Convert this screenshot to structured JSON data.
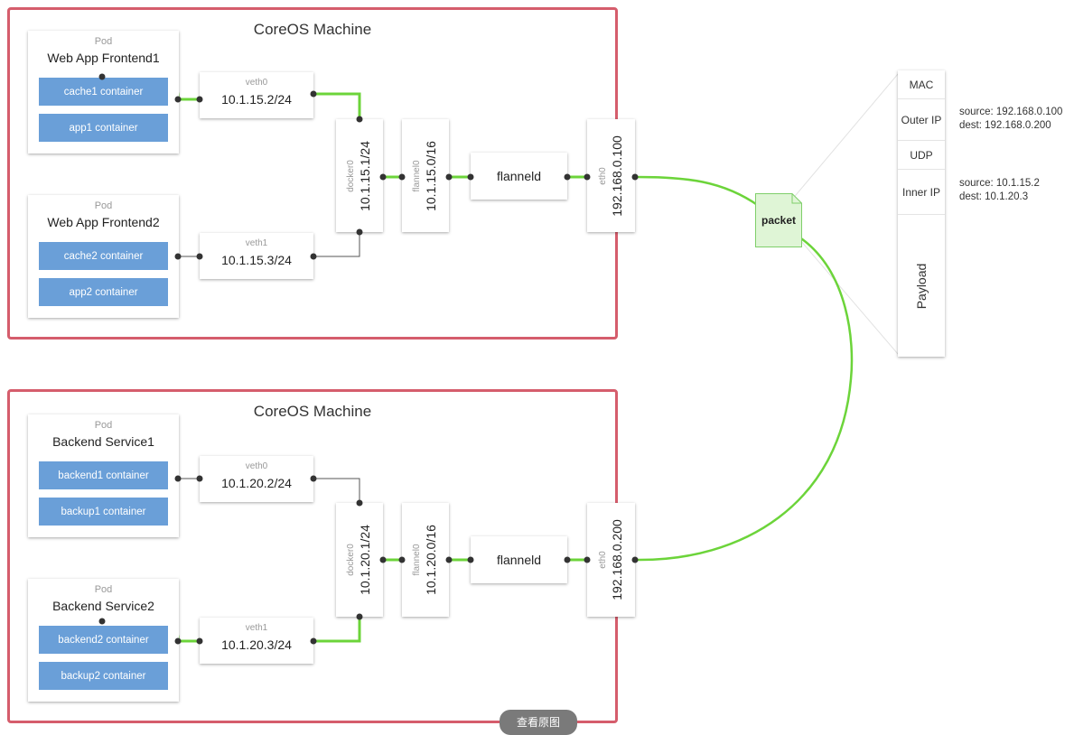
{
  "machine1": {
    "title": "CoreOS Machine",
    "pod1": {
      "label": "Pod",
      "name": "Web App Frontend1",
      "c1": "cache1 container",
      "c2": "app1 container"
    },
    "pod2": {
      "label": "Pod",
      "name": "Web App Frontend2",
      "c1": "cache2 container",
      "c2": "app2 container"
    },
    "veth0": {
      "label": "veth0",
      "ip": "10.1.15.2/24"
    },
    "veth1": {
      "label": "veth1",
      "ip": "10.1.15.3/24"
    },
    "docker0": {
      "label": "docker0",
      "ip": "10.1.15.1/24"
    },
    "flannel0": {
      "label": "flannel0",
      "ip": "10.1.15.0/16"
    },
    "flanneld": "flanneld",
    "eth0": {
      "label": "eth0",
      "ip": "192.168.0.100"
    }
  },
  "machine2": {
    "title": "CoreOS Machine",
    "pod1": {
      "label": "Pod",
      "name": "Backend Service1",
      "c1": "backend1 container",
      "c2": "backup1 container"
    },
    "pod2": {
      "label": "Pod",
      "name": "Backend Service2",
      "c1": "backend2 container",
      "c2": "backup2 container"
    },
    "veth0": {
      "label": "veth0",
      "ip": "10.1.20.2/24"
    },
    "veth1": {
      "label": "veth1",
      "ip": "10.1.20.3/24"
    },
    "docker0": {
      "label": "docker0",
      "ip": "10.1.20.1/24"
    },
    "flannel0": {
      "label": "flannel0",
      "ip": "10.1.20.0/16"
    },
    "flanneld": "flanneld",
    "eth0": {
      "label": "eth0",
      "ip": "192.168.0.200"
    }
  },
  "packet": {
    "label": "packet",
    "mac": "MAC",
    "outer_ip": "Outer IP",
    "udp": "UDP",
    "inner_ip": "Inner IP",
    "payload": "Payload",
    "outer_source": "source: 192.168.0.100",
    "outer_dest": "dest: 192.168.0.200",
    "inner_source": "source: 10.1.15.2",
    "inner_dest": "dest: 10.1.20.3"
  },
  "view_original_button": "查看原图",
  "colors": {
    "machine_border": "#d55d6c",
    "container": "#6a9fd8",
    "active_wire": "#6cd43a",
    "packet_fill": "#dff5d6"
  }
}
